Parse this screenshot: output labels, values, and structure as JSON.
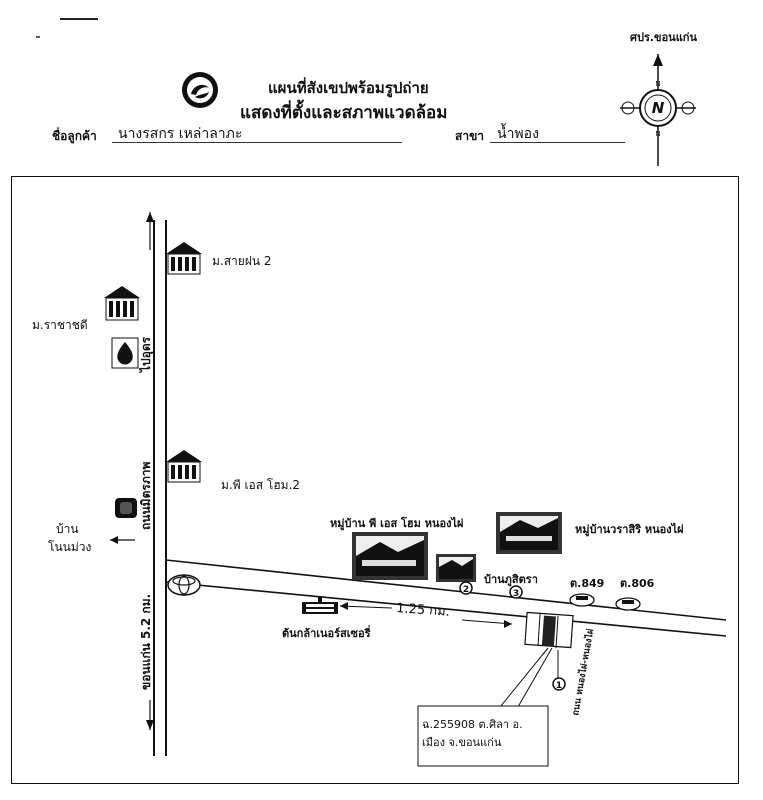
{
  "header": {
    "title_line1": "แผนที่สังเขปพร้อมรูปถ่าย",
    "title_line2": "แสดงที่ตั้งและสภาพแวดล้อม",
    "customer_label": "ชื่อลูกค้า",
    "customer_value": "นางรสกร เหล่าลาภะ",
    "branch_label": "สาขา",
    "branch_value": "น้ำพอง",
    "office_label": "ศปร.ขอนแก่น"
  },
  "compass": {
    "north": "N",
    "n_marks": [
      "N",
      "N"
    ]
  },
  "map": {
    "labels": {
      "village_saifon": "ม.สายฝน 2",
      "village_rachasdi": "ม.ราชาชดี",
      "to_udon": "ไปอุดร",
      "mitraphap_road": "ถนนมิตรภาพ",
      "village_pes": "ม.พี เอส โฮม.2",
      "ban_nonmuang_1": "บ้าน",
      "ban_nonmuang_2": "โนนม่วง",
      "khonkaen_km": "ขอนแก่น 5.2 กม.",
      "pes_home_nongphai": "หมู่บ้าน พี เอส โฮม หนองไผ่",
      "warasiri_nongphai": "หมู่บ้านวราสิริ หนองไผ่",
      "ban_phusidra": "บ้านภูสิตรา",
      "plot_849": "ต.849",
      "plot_806": "ต.806",
      "distance": "1.25 กม.",
      "nursery": "ต้นกล้าเนอร์สเซอรี่",
      "nongphai_road": "ถนน หนองไผ่-หนองไผ่",
      "deed_line1": "ฉ.255908 ต.ศิลา อ.",
      "deed_line2": "เมือง จ.ขอนแก่น",
      "marker_1": "1",
      "marker_2": "2",
      "marker_3": "3"
    }
  }
}
